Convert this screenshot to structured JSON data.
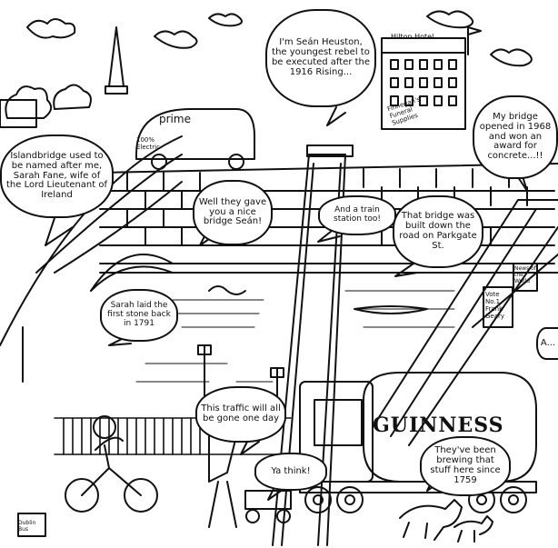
{
  "signs": {
    "hotel": "Hilton Hotel",
    "car_brand": "prime",
    "car_sub": "100% Electric",
    "shop": "Finnegan's Funeral Supplies",
    "vote": "Vote No.1 Frank Geary",
    "tanker": "GUINNESS",
    "kiosk": "Dublin Bus",
    "news": "News of the World"
  },
  "bubbles": {
    "sarah_fane": "Islandbridge used to be named after me, Sarah Fane, wife of the Lord Lieutenant of Ireland",
    "sean_heuston": "I'm Seán Heuston, the youngest rebel to be executed after the 1916 Rising...",
    "bridge_1968": "My bridge opened in 1968 and won an award for concrete...!!",
    "nice_bridge": "Well they gave you a nice bridge Seán!",
    "train_station": "And a train station too!",
    "parkgate": "That bridge was built down the road on Parkgate St.",
    "sarah_1791": "Sarah laid the first stone back in 1791",
    "traffic": "This traffic will all be gone one day",
    "ya_think": "Ya think!",
    "guinness_1759": "They've been brewing that stuff here since 1759",
    "partial_right": "A..."
  }
}
